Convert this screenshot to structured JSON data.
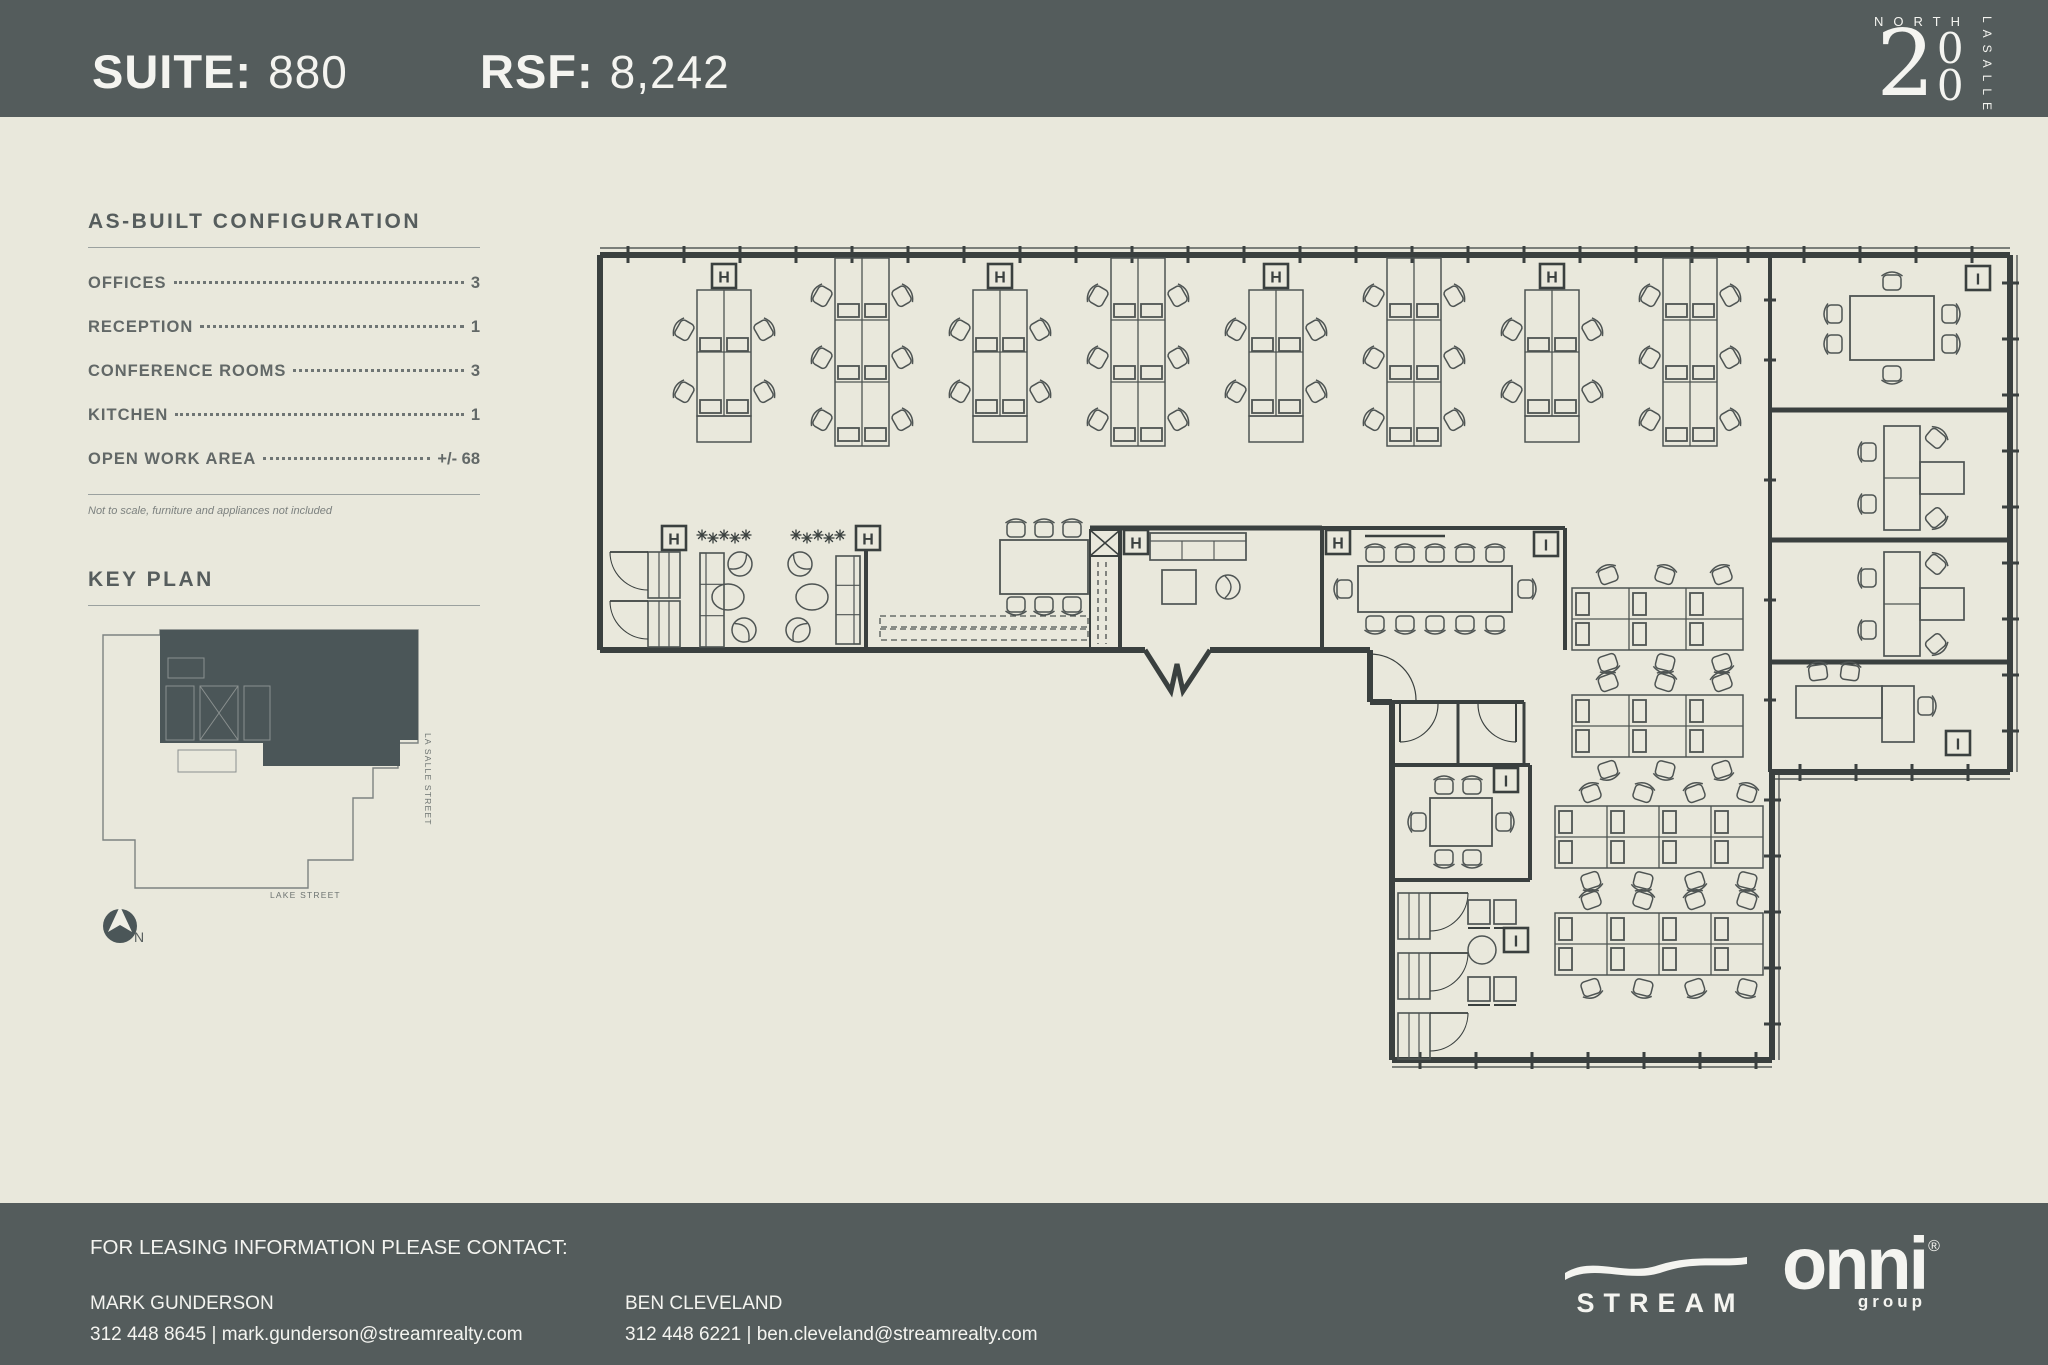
{
  "header": {
    "suite_label": "SUITE:",
    "suite_value": "880",
    "rsf_label": "RSF:",
    "rsf_value": "8,242",
    "building_logo": {
      "word_top": "NORTH",
      "digit": "2",
      "zero1": "0",
      "zero2": "0",
      "word_side": "LASALLE"
    }
  },
  "asbuilt": {
    "title": "AS-BUILT CONFIGURATION",
    "items": [
      {
        "label": "OFFICES",
        "value": "3"
      },
      {
        "label": "RECEPTION",
        "value": "1"
      },
      {
        "label": "CONFERENCE ROOMS",
        "value": "3"
      },
      {
        "label": "KITCHEN",
        "value": "1"
      },
      {
        "label": "OPEN WORK AREA",
        "value": "+/- 68"
      }
    ],
    "note": "Not to scale, furniture and appliances not included"
  },
  "keyplan": {
    "title": "KEY PLAN",
    "street_side": "LA SALLE STREET",
    "street_bottom": "LAKE STREET",
    "north": "N"
  },
  "plan": {
    "column_marker_h": "H",
    "column_marker_i": "I"
  },
  "footer": {
    "heading": "FOR LEASING INFORMATION PLEASE CONTACT:",
    "contacts": [
      {
        "name": "MARK GUNDERSON",
        "phone": "312 448 8645",
        "separator": "|",
        "email": "mark.gunderson@streamrealty.com"
      },
      {
        "name": "BEN CLEVELAND",
        "phone": "312 448 6221",
        "separator": "|",
        "email": "ben.cleveland@streamrealty.com"
      }
    ],
    "stream_brand": "STREAM",
    "onni_brand": "onni",
    "onni_registered": "®",
    "onni_sub": "group"
  },
  "colors": {
    "bar_slate": "#545C5C",
    "page_cream": "#E9E8DC",
    "plan_ink": "#3A403F",
    "furniture_line": "#4E5453",
    "keyplan_fill": "#4B5658",
    "sidebar_text": "#626867"
  }
}
